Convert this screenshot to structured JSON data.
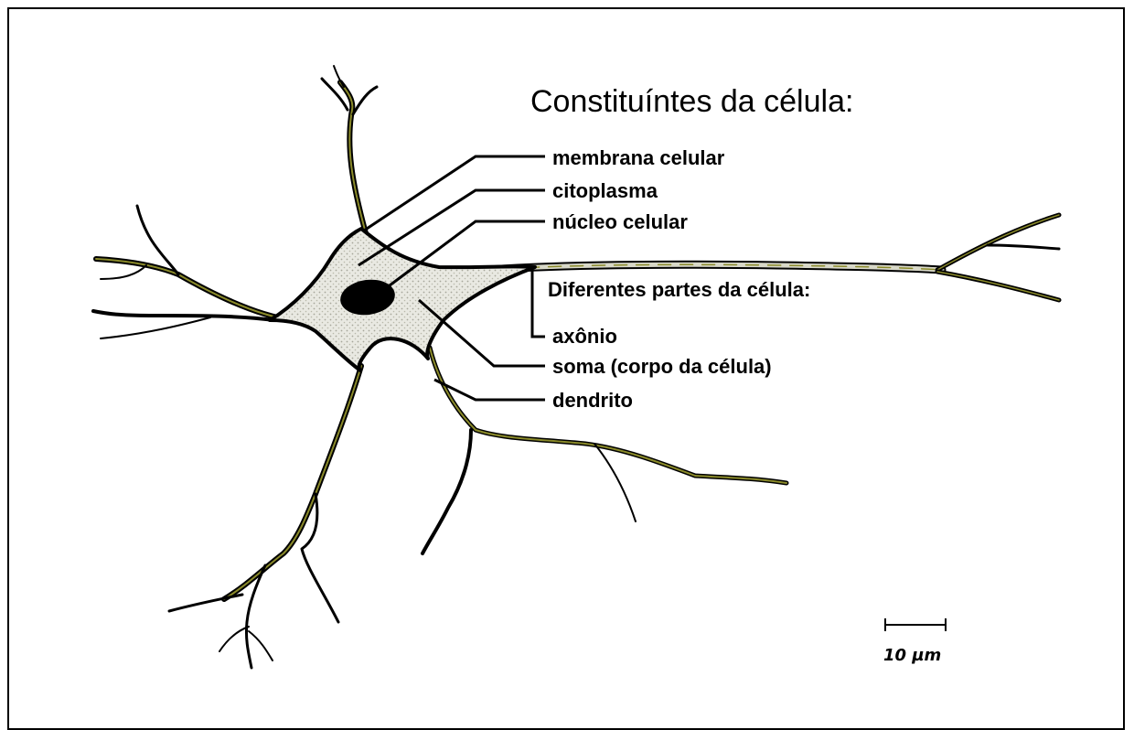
{
  "title": "Constituíntes da célula:",
  "labels": {
    "membrane": "membrana celular",
    "cytoplasm": "citoplasma",
    "nucleus": "núcleo celular",
    "parts_heading": "Diferentes partes da célula:",
    "axon": "axônio",
    "soma": "soma (corpo da célula)",
    "dendrite": "dendrito"
  },
  "scale_bar": {
    "label": "10 µm"
  },
  "colors": {
    "outline": "#000000",
    "cell_fill": "#e4e4dc",
    "cell_texture": "#b0b0a0",
    "branch_accent": "#8a8a2a",
    "nucleus": "#000000"
  }
}
